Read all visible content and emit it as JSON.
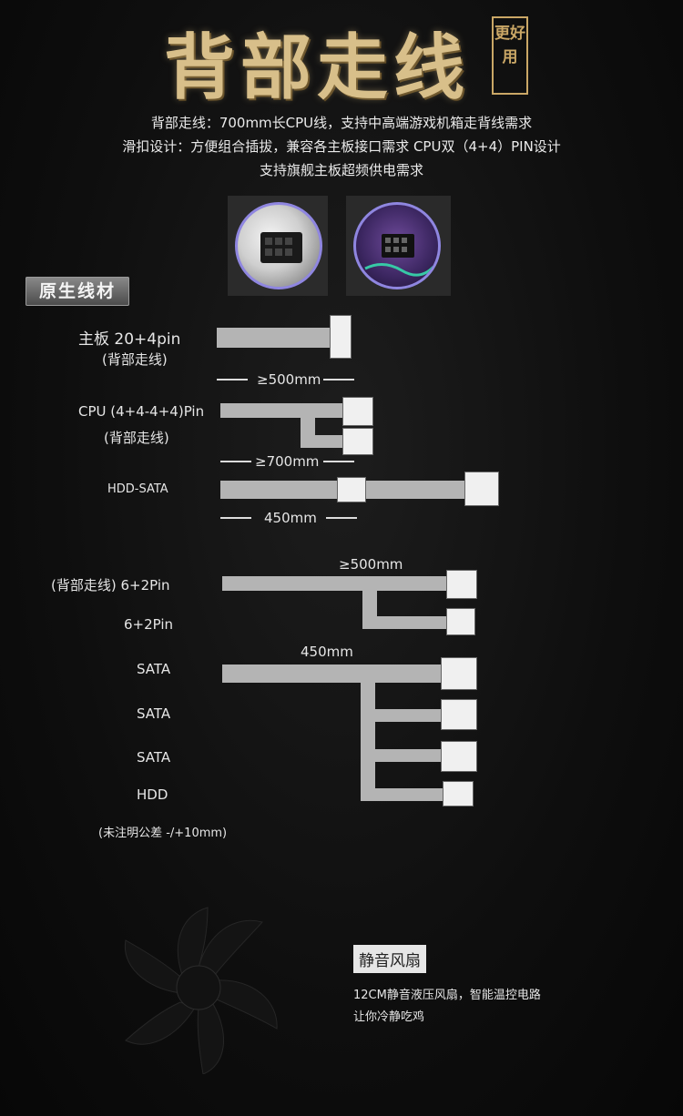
{
  "header": {
    "title": "背部走线",
    "stamp": "更好用",
    "desc_line1": "背部走线：700mm长CPU线，支持中高端游戏机箱走背线需求",
    "desc_line2": "滑扣设计：方便组合插拔，兼容各主板接口需求    CPU双（4+4）PIN设计",
    "desc_line3": "支持旗舰主板超频供电需求"
  },
  "section_badge": "原生线材",
  "cables": {
    "mb_label": "主板  20+4pin",
    "mb_sub": "(背部走线)",
    "mb_len": "≥500mm",
    "cpu_label": "CPU (4+4-4+4)Pin",
    "cpu_sub": "(背部走线)",
    "cpu_len": "≥700mm",
    "hdd_sata_label": "HDD-SATA",
    "hdd_sata_len": "450mm",
    "pcie_label": "(背部走线) 6+2Pin",
    "pcie2_label": "6+2Pin",
    "pcie_len": "≥500mm",
    "sata_len": "450mm",
    "sata1": "SATA",
    "sata2": "SATA",
    "sata3": "SATA",
    "hdd": "HDD",
    "tolerance": "(未注明公差 -/+10mm)"
  },
  "fan": {
    "title": "静音风扇",
    "line1": "12CM静音液压风扇，智能温控电路",
    "line2": "让你冷静吃鸡"
  }
}
